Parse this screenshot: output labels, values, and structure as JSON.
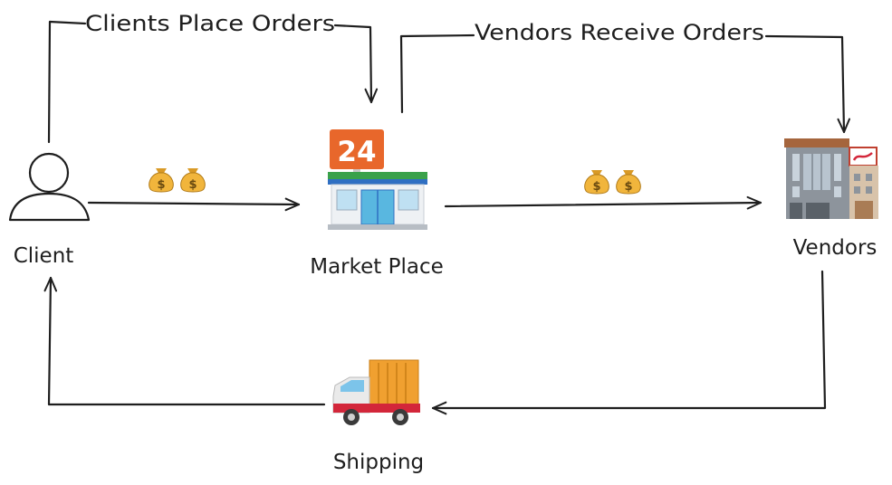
{
  "labels": {
    "clients_place_orders": "Clients Place Orders",
    "vendors_receive_orders": "Vendors Receive Orders",
    "client": "Client",
    "market_place": "Market Place",
    "vendors": "Vendors",
    "shipping": "Shipping"
  },
  "store_sign": "24",
  "icons": {
    "client": "person-outline-icon",
    "market_place": "convenience-store-icon",
    "vendors": "office-building-icon",
    "shipping": "delivery-truck-icon",
    "payment": "money-bag-icon"
  },
  "colors": {
    "ink": "#1e1e1e",
    "sign_orange": "#e8672b",
    "awning_green": "#3aa14a",
    "awning_blue": "#2f6fc2",
    "truck_cargo": "#f0a030",
    "truck_red": "#d3263a",
    "money_bag": "#f1b53c"
  }
}
